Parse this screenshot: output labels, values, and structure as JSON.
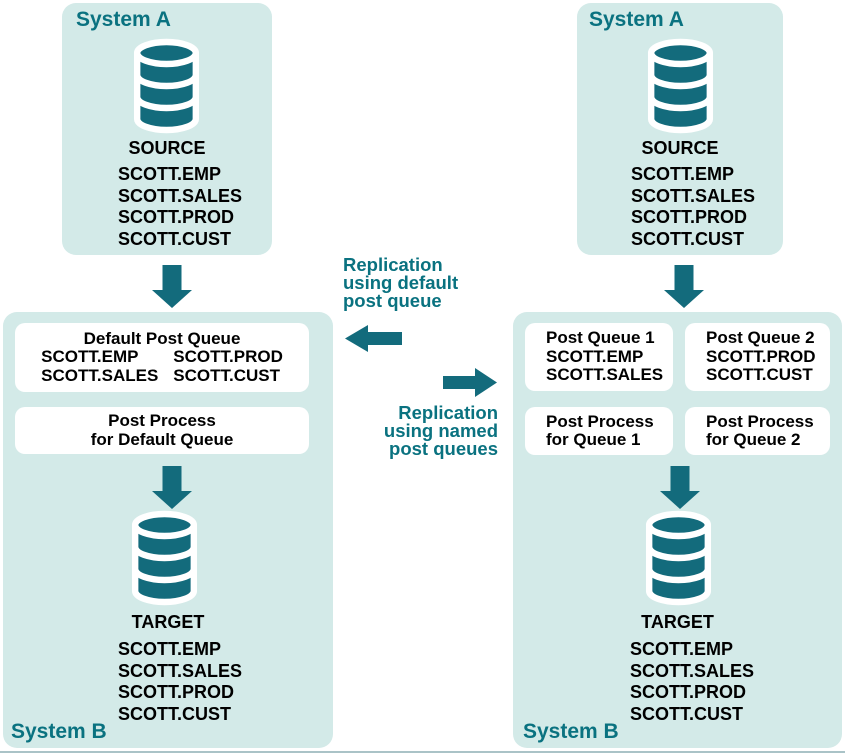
{
  "colors": {
    "shape_teal": "#136b7c",
    "label_teal": "#0a7280",
    "panel_mint": "#d3eae8",
    "box_white": "#ffffff",
    "text_black": "#000000"
  },
  "left": {
    "system_a": {
      "title": "System A",
      "db_label": "SOURCE",
      "tables": [
        "SCOTT.EMP",
        "SCOTT.SALES",
        "SCOTT.PROD",
        "SCOTT.CUST"
      ]
    },
    "system_b": {
      "title": "System B",
      "default_queue": {
        "title": "Default Post Queue",
        "col1": [
          "SCOTT.EMP",
          "SCOTT.SALES"
        ],
        "col2": [
          "SCOTT.PROD",
          "SCOTT.CUST"
        ]
      },
      "post_process": [
        "Post Process",
        "for Default Queue"
      ],
      "db_label": "TARGET",
      "tables": [
        "SCOTT.EMP",
        "SCOTT.SALES",
        "SCOTT.PROD",
        "SCOTT.CUST"
      ]
    }
  },
  "middle": {
    "default_flow_label": [
      "Replication",
      "using default",
      "post queue"
    ],
    "named_flow_label": [
      "Replication",
      "using named",
      "post queues"
    ]
  },
  "right": {
    "system_a": {
      "title": "System A",
      "db_label": "SOURCE",
      "tables": [
        "SCOTT.EMP",
        "SCOTT.SALES",
        "SCOTT.PROD",
        "SCOTT.CUST"
      ]
    },
    "system_b": {
      "title": "System B",
      "queue1": {
        "title": "Post Queue 1",
        "tables": [
          "SCOTT.EMP",
          "SCOTT.SALES"
        ]
      },
      "queue2": {
        "title": "Post Queue 2",
        "tables": [
          "SCOTT.PROD",
          "SCOTT.CUST"
        ]
      },
      "process1": [
        "Post Process",
        "for Queue 1"
      ],
      "process2": [
        "Post Process",
        "for Queue 2"
      ],
      "db_label": "TARGET",
      "tables": [
        "SCOTT.EMP",
        "SCOTT.SALES",
        "SCOTT.PROD",
        "SCOTT.CUST"
      ]
    }
  }
}
